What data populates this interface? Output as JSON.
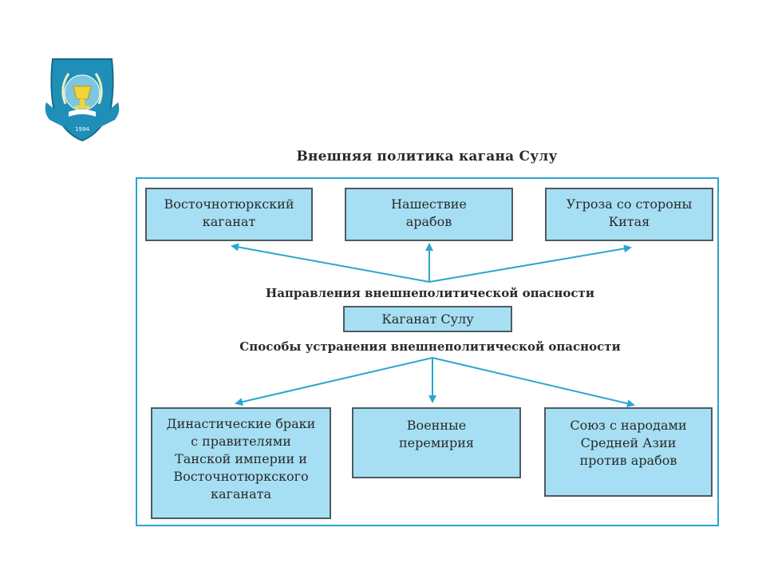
{
  "diagram": {
    "title": "Внешняя политика кагана Сулу",
    "top_boxes": [
      {
        "text": "Восточнотюркский\nкаганат"
      },
      {
        "text": "Нашествие\nарабов"
      },
      {
        "text": "Угроза со стороны\nКитая"
      }
    ],
    "upper_label": "Направления внешнеполитической опасности",
    "center": "Каганат Сулу",
    "lower_label": "Способы устранения внешнеполитической опасности",
    "bottom_boxes": [
      {
        "text": "Династические браки\nс правителями\nТанской империи и\nВосточнотюркского\nкаганата"
      },
      {
        "text": "Военные\nперемирия"
      },
      {
        "text": "Союз с народами\nСредней Азии\nпротив арабов"
      }
    ]
  },
  "colors": {
    "frame": "#2aa6cf",
    "box_fill": "#a6dff3",
    "arrow": "#2aa6cf"
  },
  "logo": {
    "icon": "university-shield-emblem",
    "caption": "1994"
  }
}
